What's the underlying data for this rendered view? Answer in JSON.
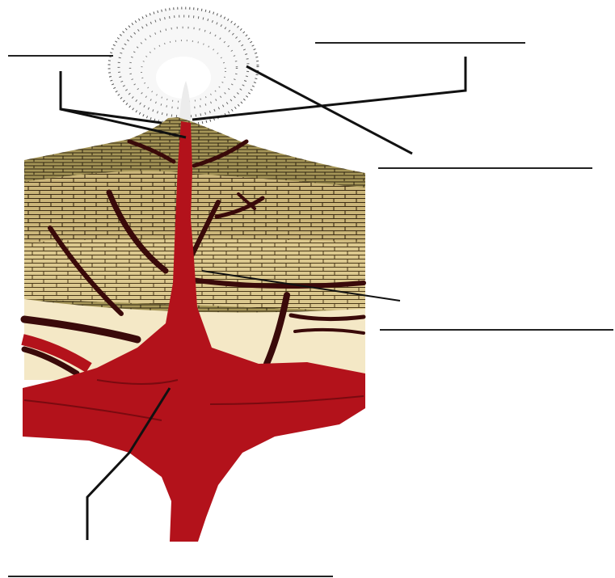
{
  "diagram": {
    "type": "volcano cross-section worksheet (unlabeled)",
    "colors": {
      "magma": "#b3121b",
      "magma_dark": "#8a0d14",
      "strata_olive": "#9a8a4c",
      "strata_tan": "#d8c48c",
      "strata_light": "#f3e7c4",
      "dike_dark": "#3a0a0a",
      "ash": "#444444",
      "line": "#222222"
    },
    "label_blanks": [
      {
        "id": "blank-1",
        "text": ""
      },
      {
        "id": "blank-2",
        "text": ""
      },
      {
        "id": "blank-3",
        "text": ""
      },
      {
        "id": "blank-4",
        "text": ""
      },
      {
        "id": "blank-5",
        "text": ""
      }
    ]
  }
}
